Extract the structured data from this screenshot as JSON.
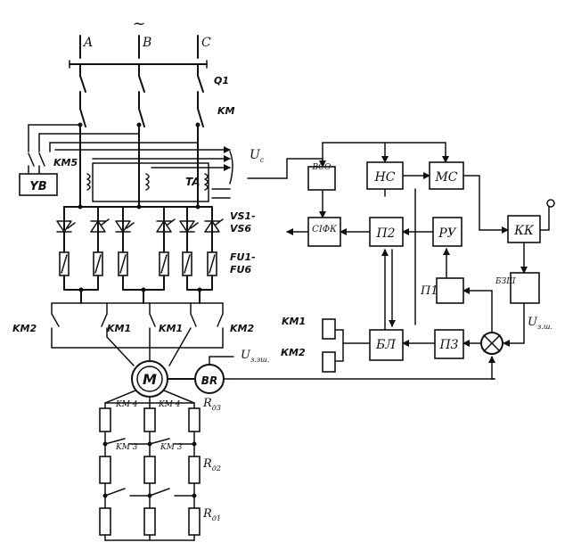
{
  "phases": [
    "A",
    "B",
    "C"
  ],
  "tilde": "~",
  "labels": {
    "q1": "Q1",
    "km": "KM",
    "km5": "KM5",
    "yb": "YB",
    "ta": "TA",
    "uc_main": "U",
    "uc_sub": "c",
    "vs": "VS1-",
    "vs2": "VS6",
    "fu": "FU1-",
    "fu2": "FU6",
    "km2_left": "KM2",
    "km1_a": "KM1",
    "km1_b": "KM1",
    "km2_right": "KM2",
    "motor": "M",
    "br": "BR",
    "km4_a": "KM 4",
    "km4_b": "KM 4",
    "km3_a": "KM 3",
    "km3_b": "KM 3",
    "rd3_main": "R",
    "rd3_sub": "д3",
    "rd2_main": "R",
    "rd2_sub": "д2",
    "rd1_main": "R",
    "rd1_sub": "д1",
    "km1_ctrl": "KM1",
    "km2_ctrl": "КМ2",
    "uzz_main": "U",
    "uzz_sub": "з.зш.",
    "uzsh_main": "U",
    "uzsh_sub": "з.ш."
  },
  "blocks": {
    "bso": "ВСО",
    "ns": "НС",
    "ms": "МС",
    "sifk": "СІФК",
    "p2": "П2",
    "ru": "РУ",
    "kk": "КК",
    "p1": "П1",
    "bzsh": "БЗШ",
    "bl": "БЛ",
    "p3": "П3"
  }
}
